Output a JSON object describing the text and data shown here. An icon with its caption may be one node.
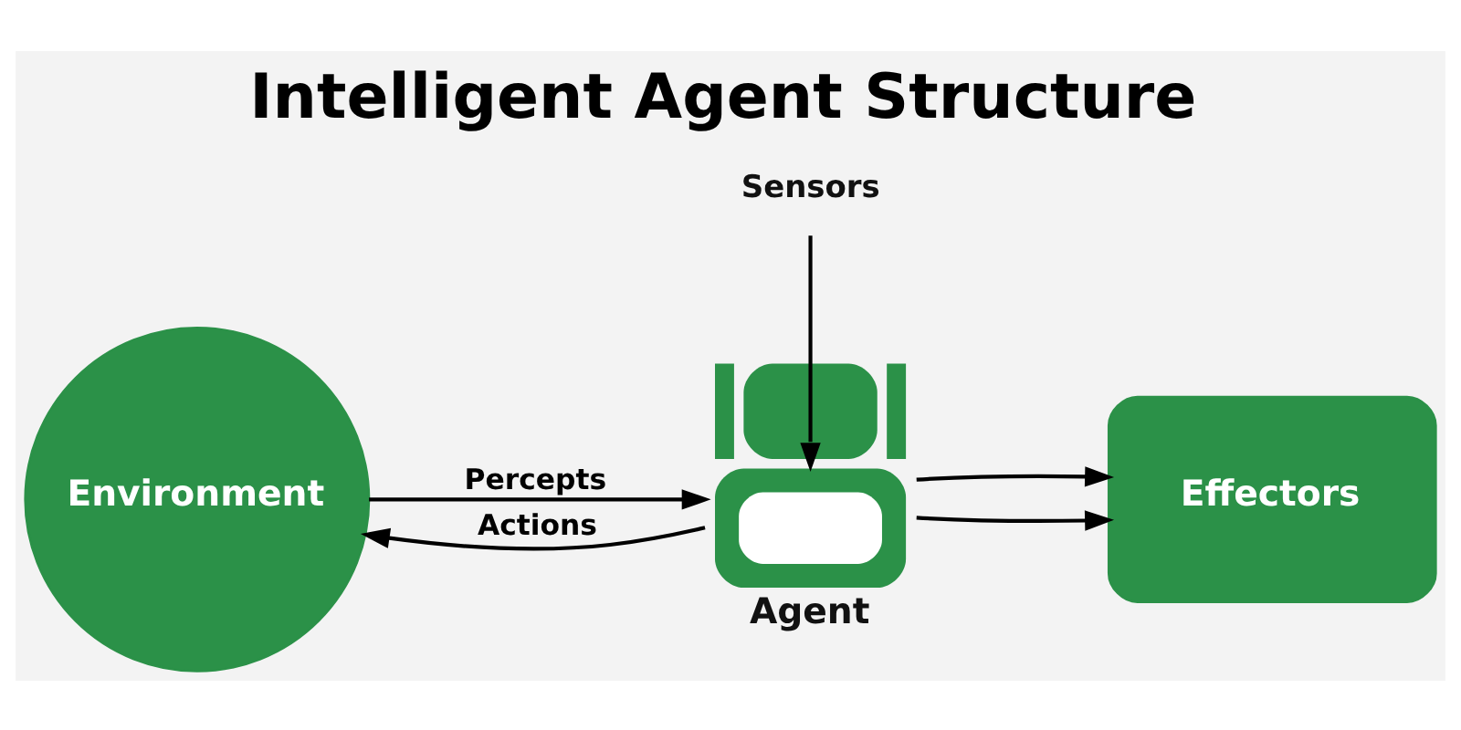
{
  "diagram": {
    "title": "Intelligent Agent Structure",
    "nodes": [
      {
        "text": [
          "Sensors"
        ]
      },
      {
        "text": [
          "Environment"
        ]
      },
      {
        "text": [
          "Agent"
        ]
      },
      {
        "text": [
          "Effectors"
        ]
      }
    ],
    "edges": [
      {
        "from": 0,
        "to": 2,
        "arrow": "to"
      },
      {
        "from": 1,
        "to": 2,
        "label": "Percepts",
        "arrow": "to"
      },
      {
        "from": 2,
        "to": 1,
        "label": "Actions",
        "arrow": "to"
      },
      {
        "from": 2,
        "to": 3,
        "arrow": "to"
      },
      {
        "from": 2,
        "to": 3,
        "arrow": "to"
      }
    ]
  }
}
